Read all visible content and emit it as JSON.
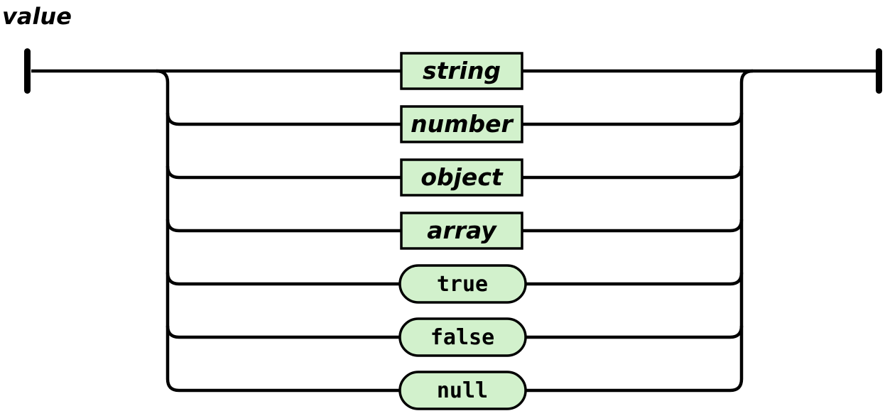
{
  "title": "value",
  "diagram": {
    "type": "railroad-syntax-diagram",
    "rule": "value",
    "alternatives": [
      {
        "label": "string",
        "kind": "nonterminal"
      },
      {
        "label": "number",
        "kind": "nonterminal"
      },
      {
        "label": "object",
        "kind": "nonterminal"
      },
      {
        "label": "array",
        "kind": "nonterminal"
      },
      {
        "label": "true",
        "kind": "terminal"
      },
      {
        "label": "false",
        "kind": "terminal"
      },
      {
        "label": "null",
        "kind": "terminal"
      }
    ]
  },
  "colors": {
    "node_fill": "#d2f1cc",
    "line": "#000000",
    "background": "#ffffff"
  }
}
